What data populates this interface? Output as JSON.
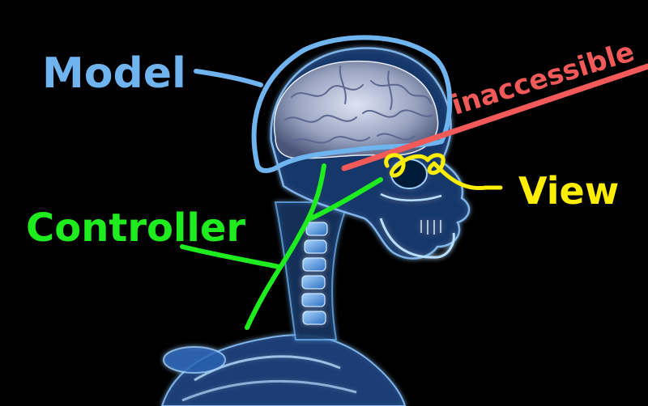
{
  "labels": {
    "model": "Model",
    "controller": "Controller",
    "view": "View",
    "inaccessible": "inaccessible"
  },
  "colors": {
    "background": "#000000",
    "model": "#6fb4ee",
    "controller": "#1eec1e",
    "view": "#ffee00",
    "inaccessible": "#f25a5a",
    "anatomy": "#4f8fd6",
    "anatomy_glow": "#9fd0ff",
    "brain": "#9aa4c2"
  }
}
